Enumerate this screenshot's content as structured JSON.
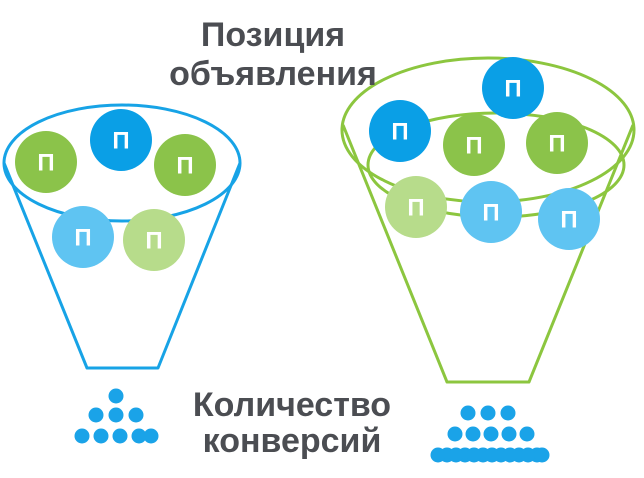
{
  "labels": {
    "position_line1": "Позиция",
    "position_line2": "объявления",
    "conversions_line1": "Количество",
    "conversions_line2": "конверсий"
  },
  "ball_glyph": "П",
  "colors": {
    "blue": "#0a9fe6",
    "blue_light": "#5fc4f2",
    "green": "#8bc34a",
    "green_light": "#b7dc8b",
    "funnel_left_stroke": "#17a3e6",
    "funnel_right_stroke": "#8cc63f",
    "dot": "#1aa3e8",
    "text": "#4b4d52"
  }
}
